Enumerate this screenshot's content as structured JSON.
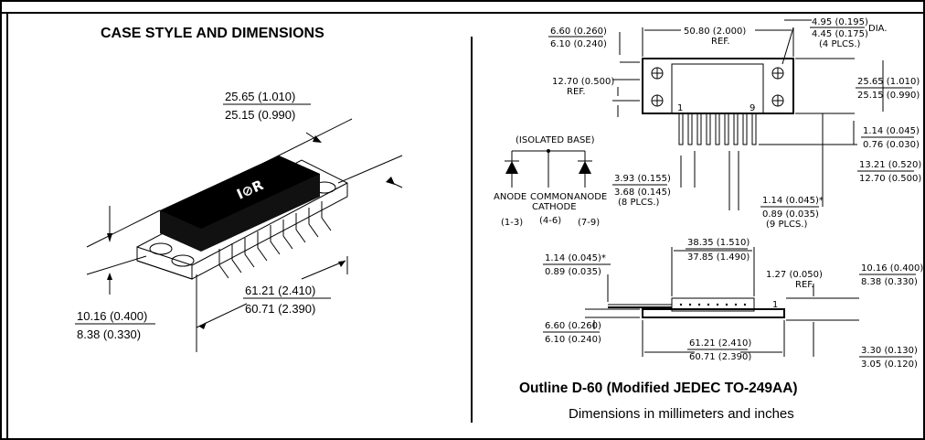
{
  "left_panel": {
    "title": "CASE STYLE AND DIMENSIONS",
    "logo_text": "I⊘R",
    "dims": {
      "length_max": "25.65 (1.010)",
      "length_min": "25.15 (0.990)",
      "width_max": "61.21 (2.410)",
      "width_min": "60.71 (2.390)",
      "height_max": "10.16 (0.400)",
      "height_min": "8.38 (0.330)"
    }
  },
  "right_panel": {
    "top": {
      "mount_offset_max": "6.60 (0.260)",
      "mount_offset_min": "6.10 (0.240)",
      "hole_span": "50.80 (2.000)",
      "hole_span_ref": "REF.",
      "hole_dia_max": "4.95 (0.195)",
      "hole_dia_min": "4.45 (0.175)",
      "hole_dia_suffix": "DIA.",
      "hole_count": "(4 PLCS.)",
      "row_spacing": "12.70 (0.500)",
      "row_spacing_ref": "REF.",
      "body_width_max": "25.65 (1.010)",
      "body_width_min": "25.15 (0.990)",
      "pin_width_max": "1.14 (0.045)",
      "pin_width_min": "0.76 (0.030)",
      "pin_length_max": "13.21 (0.520)",
      "pin_length_min": "12.70 (0.500)",
      "pin_pitch_max": "3.93 (0.155)",
      "pin_pitch_min": "3.68 (0.145)",
      "pin_pitch_count": "(8 PLCS.)",
      "pin_thick_max": "1.14 (0.045)*",
      "pin_thick_min": "0.89 (0.035)",
      "pin_thick_count": "(9 PLCS.)",
      "pin_first": "1",
      "pin_last": "9"
    },
    "schematic": {
      "title": "(ISOLATED BASE)",
      "labels": [
        "ANODE",
        "COMMON",
        "ANODE"
      ],
      "sublabel": "CATHODE",
      "pins": [
        "(1-3)",
        "(4-6)",
        "(7-9)"
      ]
    },
    "side": {
      "body_len_max": "38.35 (1.510)",
      "body_len_min": "37.85 (1.490)",
      "lead_thick_max": "1.14 (0.045)*",
      "lead_thick_min": "0.89 (0.035)",
      "lead_ref": "1.27 (0.050)",
      "lead_ref_label": "REF.",
      "height_max": "10.16 (0.400)",
      "height_min": "8.38 (0.330)",
      "base_max": "6.60 (0.260)",
      "base_min": "6.10 (0.240)",
      "total_len_max": "61.21 (2.410)",
      "total_len_min": "60.71 (2.390)",
      "flange_max": "3.30 (0.130)",
      "flange_min": "3.05 (0.120)",
      "pin_mark": "1"
    },
    "caption": "Outline D-60 (Modified JEDEC TO-249AA)",
    "subcaption": "Dimensions in millimeters and inches"
  }
}
